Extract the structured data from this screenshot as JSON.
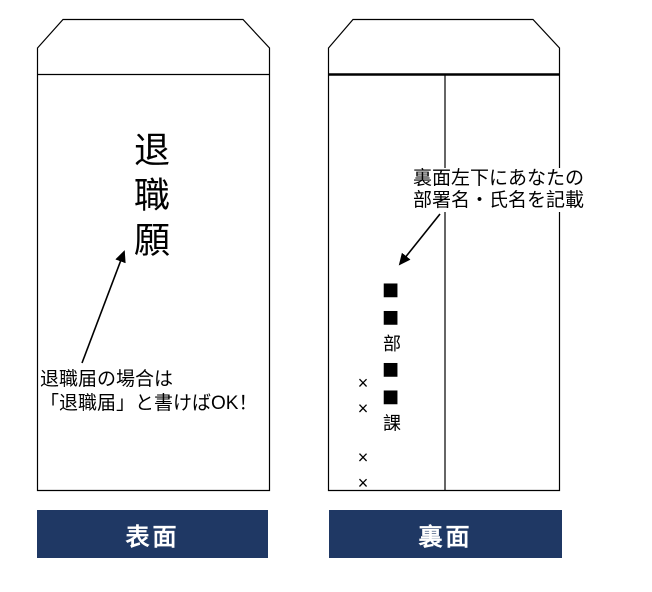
{
  "diagram_title": "resignation envelope front and back writing guide",
  "front": {
    "title_vertical": "退職願",
    "note_line1": "退職届の場合は",
    "note_line2": "「退職届」と書けばOK！",
    "label": "表面"
  },
  "back": {
    "annotation_line1": "裏面左下にあなたの",
    "annotation_line2": "部署名・氏名を記載",
    "department_vertical": "■■部■■課",
    "name_vertical": "××　××",
    "label": "裏面"
  },
  "icons": {
    "front_arrow": "arrow-up-right",
    "back_arrow": "arrow-down-left"
  },
  "colors": {
    "label_bg": "#1f3864",
    "label_text": "#ffffff",
    "line": "#000000",
    "envelope_fill": "#ffffff"
  }
}
